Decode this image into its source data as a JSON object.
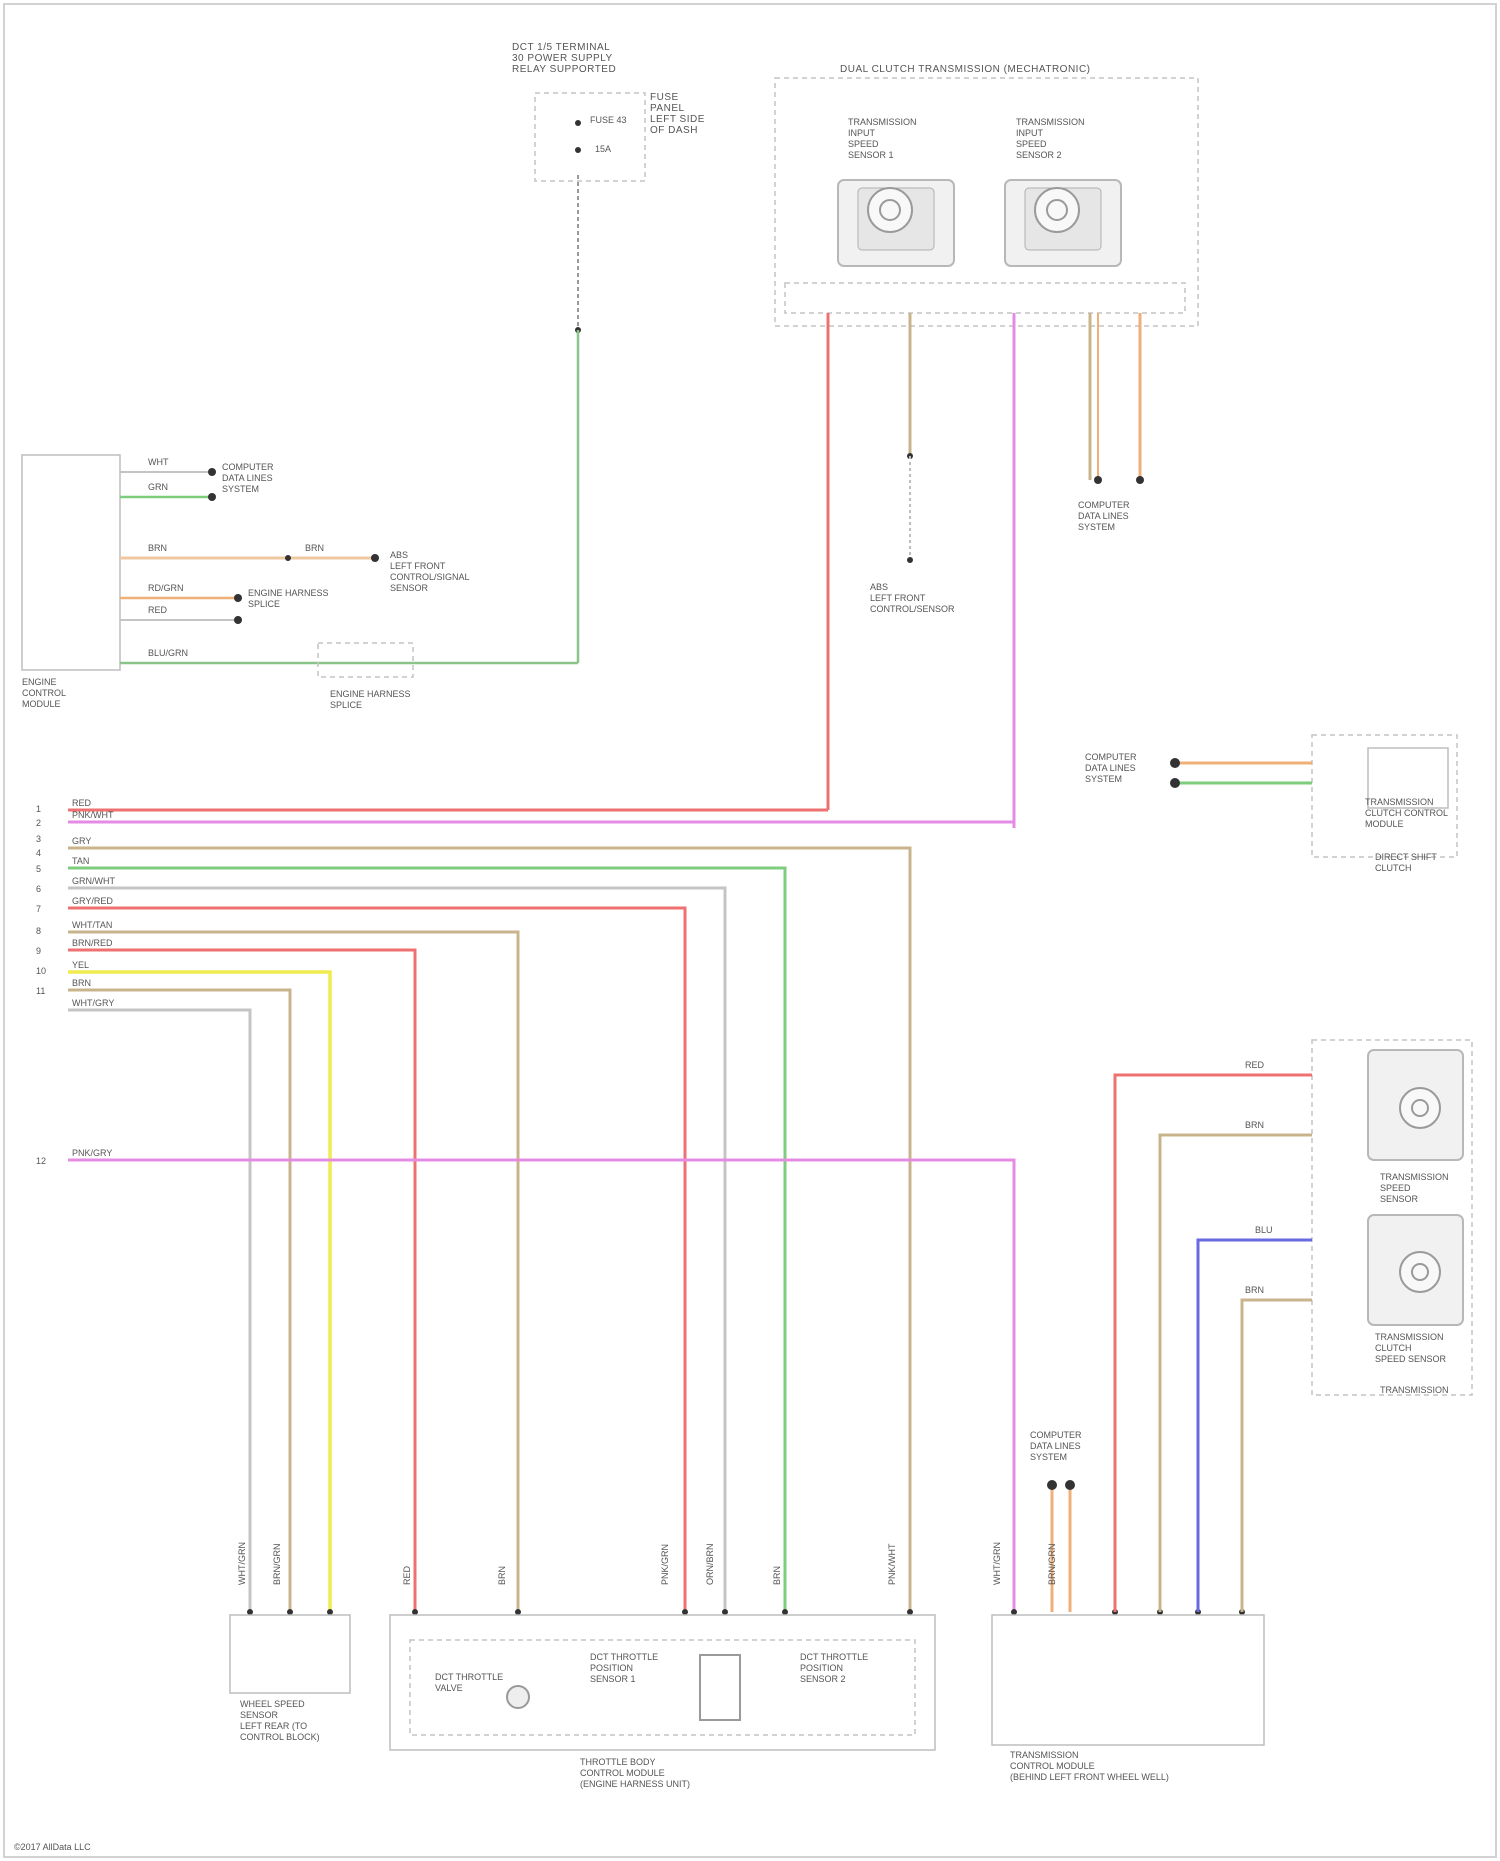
{
  "diagram": {
    "copyright": "©2017 AllData LLC",
    "top_connector": {
      "label": "DCT 1/5 TERMINAL\n30 POWER SUPPLY\nRELAY SUPPORTED",
      "fuse_label": "FUSE\nPANEL\nLEFT SIDE\nOF DASH",
      "pin_top": "FUSE 43",
      "pin_bottom": "15A"
    },
    "transmission_assembly": {
      "title": "DUAL CLUTCH TRANSMISSION (MECHATRONIC)",
      "sensor_left": "TRANSMISSION\nINPUT\nSPEED\nSENSOR 1",
      "sensor_right": "TRANSMISSION\nINPUT\nSPEED\nSENSOR 2"
    },
    "ecm": {
      "label": "ENGINE\nCONTROL\nMODULE"
    },
    "modules": [
      {
        "id": "computer-data-lines-1",
        "label": "COMPUTER\nDATA LINES\nSYSTEM"
      },
      {
        "id": "abs-left-front",
        "label": "ABS\nLEFT FRONT\nCONTROL/SIGNAL\nSENSOR"
      },
      {
        "id": "computer-data-lines-2",
        "label": "COMPUTER\nDATA LINES\nSYSTEM"
      },
      {
        "id": "engine-splice",
        "label": "ENGINE HARNESS\nSPLICE"
      },
      {
        "id": "abs-lf-sensor",
        "label": "ABS\nLEFT FRONT\nCONTROL/SENSOR"
      },
      {
        "id": "computer-data-lines-3",
        "label": "COMPUTER\nDATA LINES\nSYSTEM"
      },
      {
        "id": "computer-data-lines-4",
        "label": "COMPUTER\nDATA LINES\nSYSTEM"
      },
      {
        "id": "computer-data-lines-5",
        "label": "COMPUTER\nDATA LINES\nSYSTEM"
      }
    ],
    "clutch_unit": {
      "label": "TRANSMISSION\nCLUTCH CONTROL\nMODULE",
      "sublabel": "DIRECT SHIFT\nCLUTCH"
    },
    "transmission_sensors": {
      "speed_sensor": "TRANSMISSION\nSPEED\nSENSOR",
      "clutch_sensor": "TRANSMISSION\nCLUTCH\nSPEED SENSOR",
      "footer": "TRANSMISSION"
    },
    "bottom_modules": {
      "wheel_speed": "WHEEL SPEED\nSENSOR\nLEFT REAR (TO\nCONTROL BLOCK)",
      "throttle_body": "THROTTLE BODY\nCONTROL MODULE\n(ENGINE HARNESS UNIT)",
      "tcm": "TRANSMISSION\nCONTROL MODULE\n(BEHIND LEFT FRONT WHEEL WELL)",
      "throttle_valve": "DCT THROTTLE\nVALVE",
      "pos_sensor_1": "DCT THROTTLE\nPOSITION\nSENSOR 1",
      "pos_sensor_2": "DCT THROTTLE\nPOSITION\nSENSOR 2"
    },
    "pin_numbers": [
      "1",
      "2",
      "3",
      "4",
      "5",
      "6",
      "7",
      "8",
      "9",
      "10",
      "11",
      "12"
    ],
    "wire_labels": {
      "left": [
        "RED",
        "PNK/WHT",
        "GRY",
        "TAN",
        "GRN/WHT",
        "GRY/RED",
        "WHT/TAN",
        "BRN/RED",
        "YEL",
        "BRN",
        "WHT/GRY",
        "PNK/GRY"
      ],
      "ecm_pins": [
        "WHT",
        "GRN",
        "BRN",
        "RD/GRN",
        "RED",
        "BLU/GRN"
      ],
      "vertical": [
        "WHT/GRN",
        "BRN/GRN",
        "RED",
        "BRN",
        "PNK/GRN",
        "ORN/BRN",
        "BRN",
        "PNK/WHT",
        "WHT/GRN",
        "BRN/GRN"
      ],
      "right": [
        "RED",
        "BRN",
        "BLU",
        "BRN"
      ]
    },
    "colors": {
      "red": "#ef7070",
      "pink": "#e48ce4",
      "tan": "#c8b48c",
      "green": "#7dcd7d",
      "yellow": "#f0ec50",
      "blue": "#6a6ae0",
      "orange": "#efb078",
      "gray": "#c4c4c4",
      "darkgreen": "#8ac48a"
    }
  }
}
